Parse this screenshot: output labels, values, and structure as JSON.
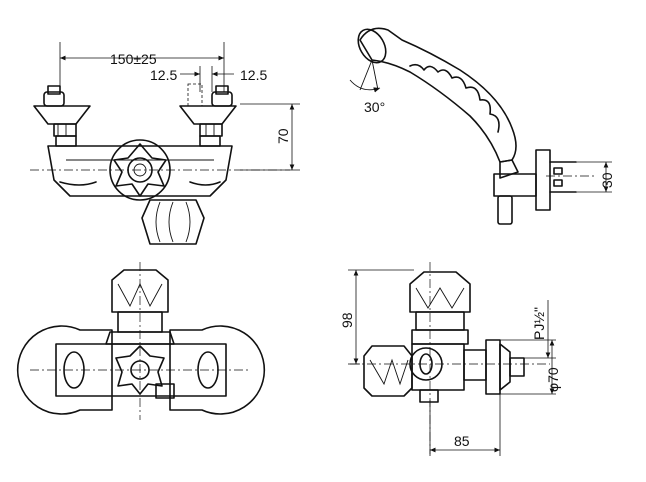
{
  "dimensions": {
    "top_width": "150±25",
    "offset_left": "12.5",
    "offset_right": "12.5",
    "height_top": "70",
    "spray_angle": "30°",
    "hose_height": "30",
    "side_height": "98",
    "thread": "PJ½\"",
    "flange_dia": "φ70",
    "depth": "85"
  }
}
